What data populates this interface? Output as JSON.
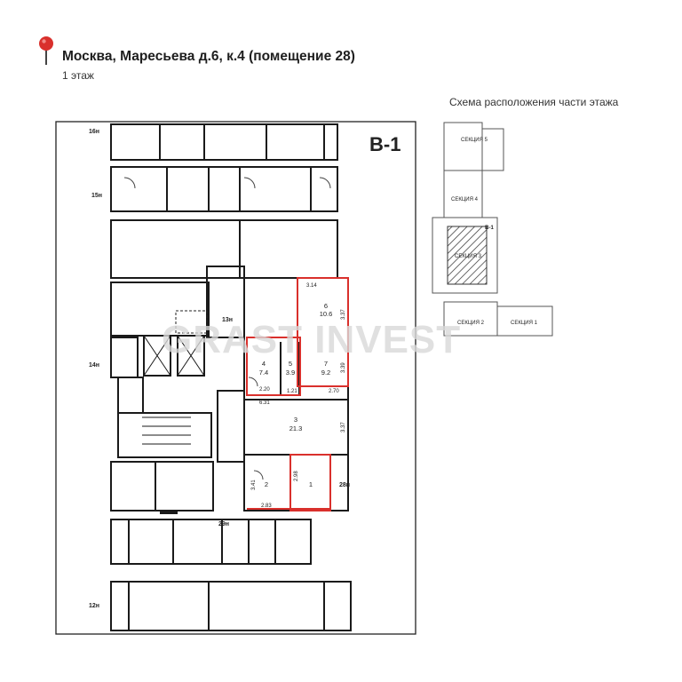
{
  "header": {
    "address": "Москва, Маресьева д.6, к.4 (помещение 28)",
    "floor": "1 этаж"
  },
  "plan": {
    "block_label": "В-1",
    "axis_labels": [
      "16н",
      "15н",
      "14н",
      "13н",
      "12н",
      "28н",
      "29н"
    ],
    "rooms": [
      {
        "num": "6",
        "area": "10.6"
      },
      {
        "num": "4",
        "area": "7.4"
      },
      {
        "num": "5",
        "area": "3.9"
      },
      {
        "num": "7",
        "area": "9.2"
      },
      {
        "num": "3",
        "area": "21.3"
      },
      {
        "num": "2",
        "area": ""
      },
      {
        "num": "1",
        "area": ""
      }
    ],
    "dims": [
      "3.14",
      "3.37",
      "3.39",
      "2.20",
      "1.21",
      "2.70",
      "6.31",
      "3.37",
      "3.41",
      "2.98",
      "2.83"
    ]
  },
  "scheme": {
    "title": "Схема расположения части этажа",
    "sections": [
      "СЕКЦИЯ 5",
      "СЕКЦИЯ 4",
      "СЕКЦИЯ 3",
      "СЕКЦИЯ 2",
      "СЕКЦИЯ 1"
    ],
    "block_label": "В-1"
  },
  "watermark": "GRAST INVEST",
  "colors": {
    "highlight": "#d9302c",
    "pin": "#d9302c",
    "wall": "#1a1a1a",
    "hatch": "#333333"
  }
}
